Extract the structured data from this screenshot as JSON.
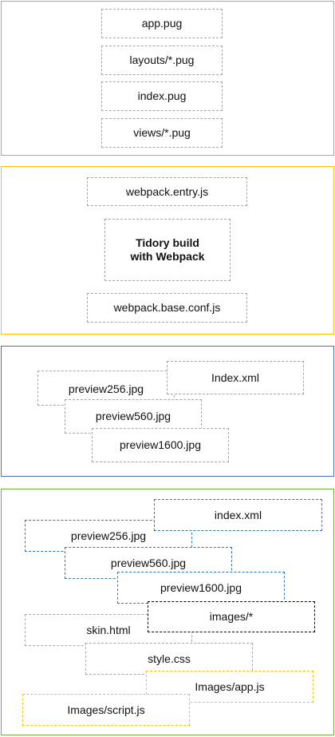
{
  "sections": {
    "source": {
      "border_color": "#a6a6a6",
      "items": [
        "app.pug",
        "layouts/*.pug",
        "index.pug",
        "views/*.pug"
      ]
    },
    "build": {
      "border_color": "#ffc000",
      "entry": "webpack.entry.js",
      "title_line1": "Tidory build",
      "title_line2": "with Webpack",
      "config": "webpack.base.conf.js"
    },
    "assets": {
      "border_color": "#4472c4",
      "items": [
        "Index.xml",
        "preview256.jpg",
        "preview560.jpg",
        "preview1600.jpg"
      ]
    },
    "output": {
      "border_color": "#70ad47",
      "items": [
        "index.xml",
        "preview256.jpg",
        "preview560.jpg",
        "preview1600.jpg",
        "images/*",
        "skin.html",
        "style.css",
        "Images/app.js",
        "Images/script.js"
      ]
    }
  }
}
